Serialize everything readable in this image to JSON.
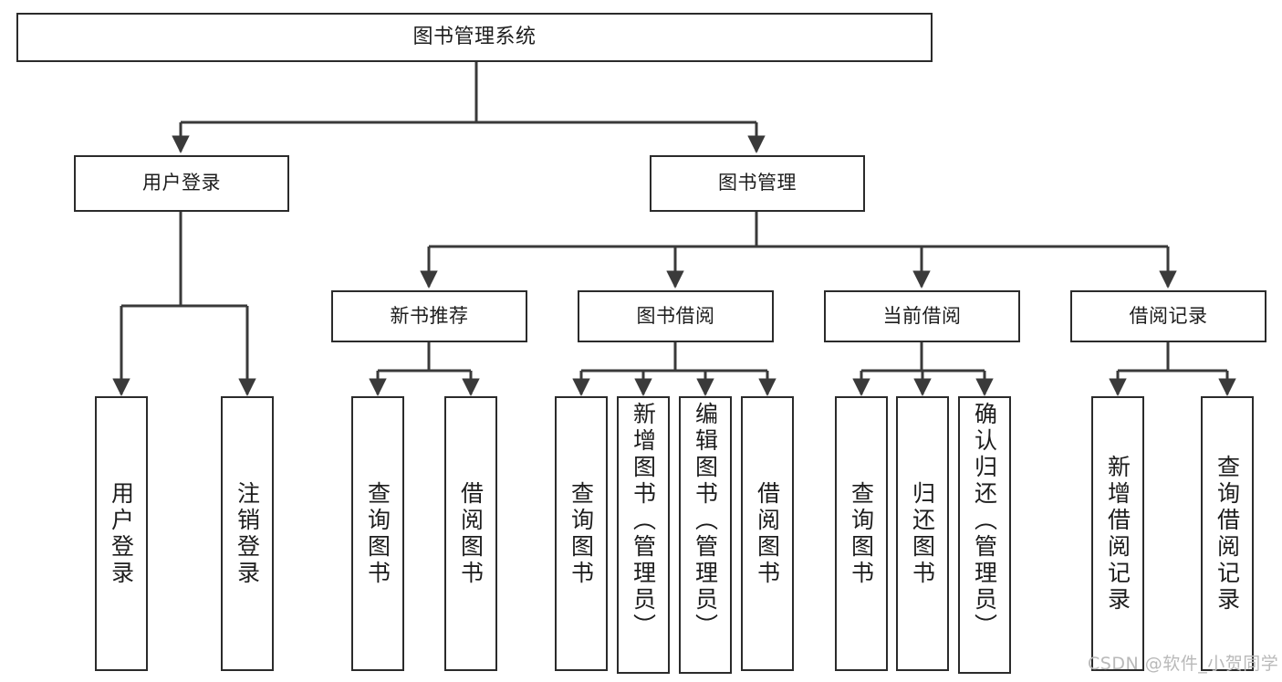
{
  "diagram": {
    "title": "图书管理系统",
    "type": "tree",
    "watermark": "CSDN @软件_小贺同学",
    "colors": {
      "box_border": "#2b2b2b",
      "box_fill": "#ffffff",
      "connector": "#3a3a3a",
      "text": "#1d1d1d",
      "watermark": "#b9b9b9"
    },
    "levels": {
      "root": "图书管理系统",
      "level1": [
        "用户登录",
        "图书管理"
      ],
      "level2": [
        "新书推荐",
        "图书借阅",
        "当前借阅",
        "借阅记录"
      ]
    },
    "nodes": {
      "root": {
        "label": "图书管理系统"
      },
      "user_login": {
        "label": "用户登录"
      },
      "book_manage": {
        "label": "图书管理"
      },
      "new_book_rec": {
        "label": "新书推荐"
      },
      "book_borrow": {
        "label": "图书借阅"
      },
      "current_borrow": {
        "label": "当前借阅"
      },
      "borrow_record": {
        "label": "借阅记录"
      }
    },
    "leaves": {
      "user_login": [
        {
          "label": "用户登录"
        },
        {
          "label": "注销登录"
        }
      ],
      "new_book_rec": [
        {
          "label": "查询图书"
        },
        {
          "label": "借阅图书"
        }
      ],
      "book_borrow": [
        {
          "label": "查询图书"
        },
        {
          "label": "新增图书（管理员）"
        },
        {
          "label": "编辑图书（管理员）"
        },
        {
          "label": "借阅图书"
        }
      ],
      "current_borrow": [
        {
          "label": "查询图书"
        },
        {
          "label": "归还图书"
        },
        {
          "label": "确认归还（管理员）"
        }
      ],
      "borrow_record": [
        {
          "label": "新增借阅记录"
        },
        {
          "label": "查询借阅记录"
        }
      ]
    }
  }
}
